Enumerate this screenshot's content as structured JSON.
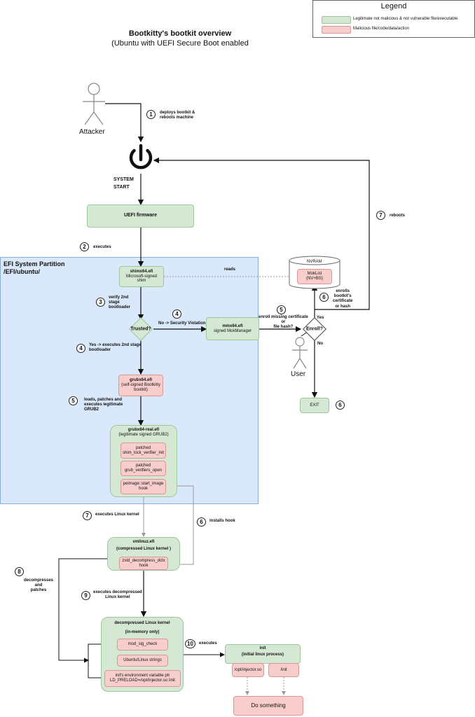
{
  "title": "Bootkitty's bootkit overview",
  "subtitle": "(Ubuntu with UEFI Secure Boot enabled",
  "legend": {
    "title": "Legend",
    "items": [
      {
        "label": "Legitimate not malicious & not vulnerable file/executable",
        "color": "#d5e8d4"
      },
      {
        "label": "Malicious file/code/data/action",
        "color": "#f8cecc"
      }
    ]
  },
  "actors": {
    "attacker": "Attacker",
    "user": "User"
  },
  "system_start": "SYSTEM\nSTART",
  "efi_partition": "EFI System Partition\n/EFI/ubuntu/",
  "nodes": {
    "uefi": "UEFI firmware",
    "shim_title": "shimx64.efi",
    "shim_sub": "Microsoft-signed\nshim",
    "trusted": "Trusted?",
    "mmx_title": "mmx64.efi",
    "mmx_sub": "signed MokManager",
    "nvram": "NVRAM",
    "moklist": "MokList\n(NV+BS)",
    "enroll": "Enroll?",
    "exit": "EXIT",
    "grubx_title": "grubx64.efi",
    "grubx_sub": "(self-signed Bootkitty\nbootkit)",
    "grubreal_title": "grubx64-real.efi",
    "grubreal_sub": "(legitimate signed GRUB2)",
    "patch1": "patched\nshim_lock_verifier_init",
    "patch2": "patched\ngrub_verifiers_open",
    "patch3": "peimage::start_image\nhook",
    "vmlinuz_title": "vmlinuz.efi",
    "vmlinuz_sub": "(compressed Linux kernel )",
    "zstd": "zstd_decompress_dctx\nhook",
    "kernel_title": "decompressed Linux kernel",
    "kernel_sub": "(in-memory only)",
    "modsig": "mod_sig_check",
    "ubuntu_strings": "Ubuntu/Linux strings",
    "init_env": "init's environment variable ptr\nLD_PRELOAD=/opt/injector.so /init",
    "init_title": "init",
    "init_sub": "(initial linux process)",
    "injector": "/opt/injector.so",
    "init_path": "/init",
    "do_something": "Do something"
  },
  "edges": {
    "deploys": "deploys bootkit &\nreboots machine",
    "executes": "executes",
    "verify": "verify 2nd\nstage\nbootloader",
    "no_violation": "No -> Security Violation",
    "yes_exec": "Yes -> executes 2nd stage\nbootloader",
    "loads": "loads, patches and\nexecutes legitimate\nGRUB2",
    "reads": "reads",
    "enroll_missing": "enroll missing certificate\nor\nfile hash?",
    "enrolls": "enrolls\nbootkit's\ncertificate\nor hash",
    "yes": "Yes",
    "no": "No",
    "reboots": "reboots",
    "executes_kernel": "executes Linux kernel",
    "installs_hook": "installs hook",
    "decompresses": "decompresses\nand\npatches",
    "executes_decompressed": "executes decompressed\nLinux kernel",
    "executes10": "executes"
  },
  "step_numbers": {
    "s1": "1",
    "s2": "2",
    "s3": "3",
    "s4a": "4",
    "s4b": "4",
    "s5a": "5",
    "s5b": "5",
    "s6a": "6",
    "s6b": "6",
    "s6c": "6",
    "s7a": "7",
    "s7b": "7",
    "s8": "8",
    "s9": "9",
    "s10": "10"
  }
}
